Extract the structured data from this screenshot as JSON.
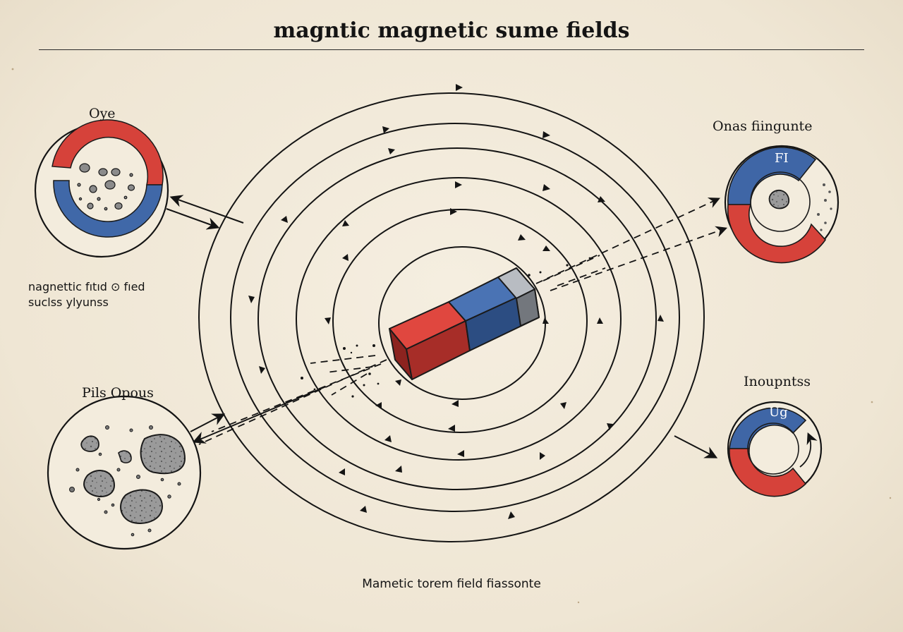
{
  "title": "magntic magnetic sume fields",
  "labels": {
    "top_left": "Oye",
    "left_note_line1": "nagnettic  fıtıd ⊙ fıed",
    "left_note_line2": "suclss ylyunss",
    "bottom_left": "Pils Opous",
    "top_right": "Onas fiingunte",
    "top_right_badge": "FI",
    "mid_right": "Inoupntss",
    "mid_right_badge": "Ug",
    "caption": "Mametic torem  field fiassonte"
  },
  "colors": {
    "paper": "#f1e9d9",
    "ink": "#141414",
    "magnet_red": "#d23a33",
    "magnet_blue": "#3c62a0",
    "stone_gray": "#8e8e8e"
  },
  "icons": {
    "magnet": "bar-magnet-icon",
    "particles": "iron-filings-icon"
  }
}
